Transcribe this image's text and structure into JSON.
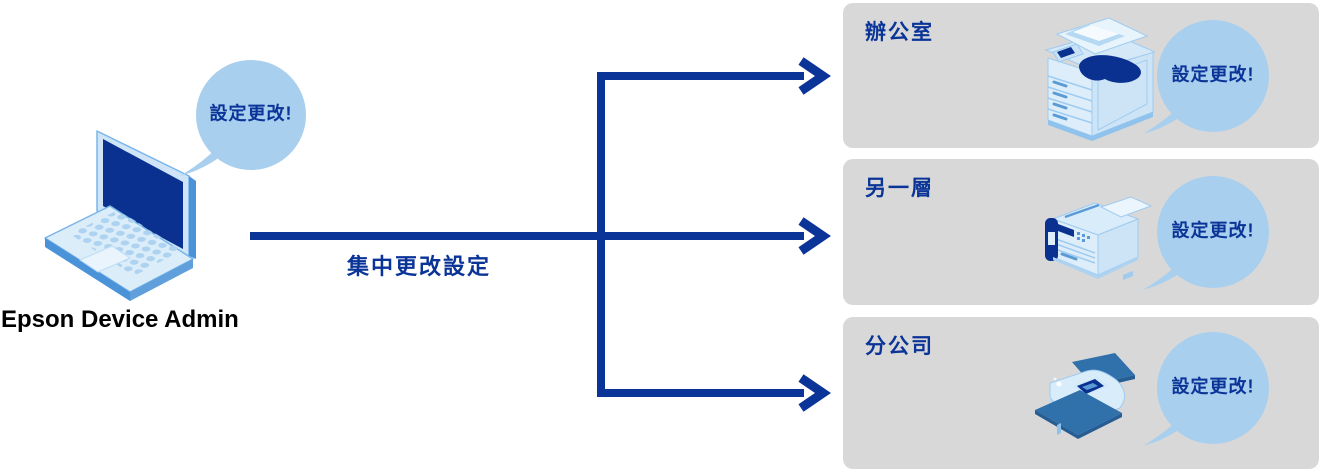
{
  "colors": {
    "navy": "#0b3498",
    "screen_navy": "#0a3190",
    "bubble_blue": "#a9cfee",
    "card_gray": "#d8d8d8",
    "device_light_blue": "#ddeefa",
    "device_mid_blue": "#aed3f1",
    "device_edge_blue": "#4a93d8",
    "scanner_dark_blue": "#3070ab",
    "admin_text": "#000000"
  },
  "admin": {
    "label": "Epson Device Admin",
    "bubble_text": "設定更改!"
  },
  "flow": {
    "label": "集中更改設定"
  },
  "locations": [
    {
      "title": "辦公室",
      "device": "multifunction-copier",
      "bubble_text": "設定更改!"
    },
    {
      "title": "另一層",
      "device": "desktop-printer",
      "bubble_text": "設定更改!"
    },
    {
      "title": "分公司",
      "device": "document-scanner",
      "bubble_text": "設定更改!"
    }
  ]
}
